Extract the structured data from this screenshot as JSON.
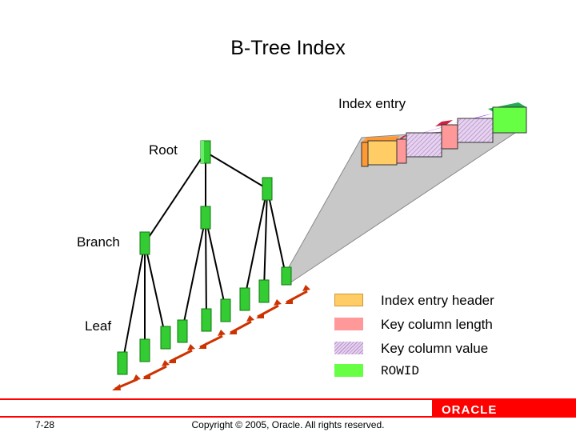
{
  "title": "B-Tree Index",
  "labels": {
    "index_entry": "Index entry",
    "root": "Root",
    "branch": "Branch",
    "leaf": "Leaf"
  },
  "legend": [
    {
      "label": "Index entry header",
      "color": "#ffcc66"
    },
    {
      "label": "Key column length",
      "color": "#ff9999"
    },
    {
      "label": "Key column value",
      "color": "#c8a8e0"
    },
    {
      "label": "ROWID",
      "color": "#66ff44"
    }
  ],
  "footer": {
    "page_number": "7-28",
    "copyright": "Copyright © 2005, Oracle.  All rights reserved.",
    "logo": "ORACLE",
    "accent_color": "#ff0000"
  }
}
